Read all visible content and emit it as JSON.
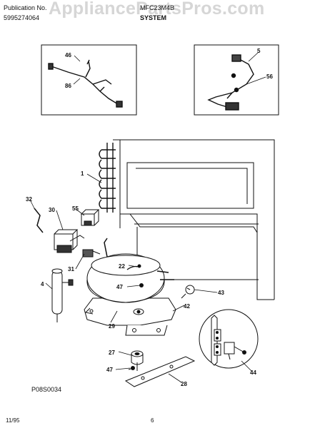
{
  "header": {
    "publication_label": "Publication No.",
    "publication_number": "5995274064",
    "model": "MFC23M4B",
    "section": "SYSTEM",
    "watermark": "AppliancePartsPros.com"
  },
  "footer": {
    "date": "11/95",
    "page": "6",
    "diagram_code": "P08S0034"
  },
  "parts": {
    "p1": "1",
    "p4": "4",
    "p5": "5",
    "p22": "22",
    "p27": "27",
    "p28": "28",
    "p29": "29",
    "p30": "30",
    "p31": "31",
    "p32": "32",
    "p42": "42",
    "p43": "43",
    "p44": "44",
    "p46": "46",
    "p47a": "47",
    "p47b": "47",
    "p55": "55",
    "p56": "56",
    "p86": "86"
  }
}
